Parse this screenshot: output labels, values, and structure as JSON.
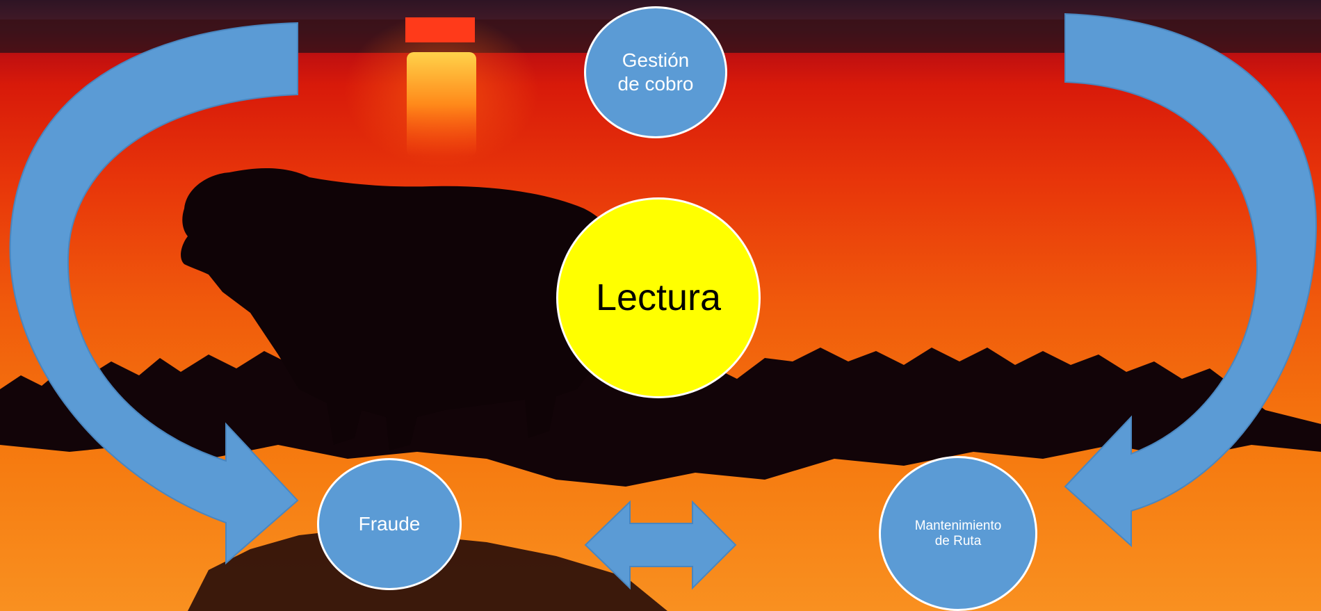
{
  "diagram": {
    "center_node": {
      "label": "Lectura",
      "color": "#ffff00"
    },
    "nodes": [
      {
        "id": "gestion",
        "label": "Gestión\nde cobro",
        "color": "#5b9bd5"
      },
      {
        "id": "fraude",
        "label": "Fraude",
        "color": "#5b9bd5"
      },
      {
        "id": "mantenimiento",
        "label": "Mantenimiento\nde  Ruta",
        "color": "#5b9bd5"
      }
    ],
    "connectors": [
      {
        "id": "left-curved-arrow",
        "from": "gestion",
        "to": "fraude",
        "icon": "curved-arrow"
      },
      {
        "id": "right-curved-arrow",
        "from": "gestion",
        "to": "mantenimiento",
        "icon": "curved-arrow"
      },
      {
        "id": "double-arrow",
        "from": "fraude",
        "to": "mantenimiento",
        "icon": "left-right-arrow"
      }
    ],
    "arrow_color": "#5b9bd5",
    "center_color": "#ffff00",
    "node_border_color": "#ffffff"
  },
  "background": {
    "description_icon": "sunset-lake-capybara-silhouette",
    "sky_top_color": "#3a1a2a",
    "horizon_color": "#ff3b00",
    "water_color": "#ff7a10"
  }
}
